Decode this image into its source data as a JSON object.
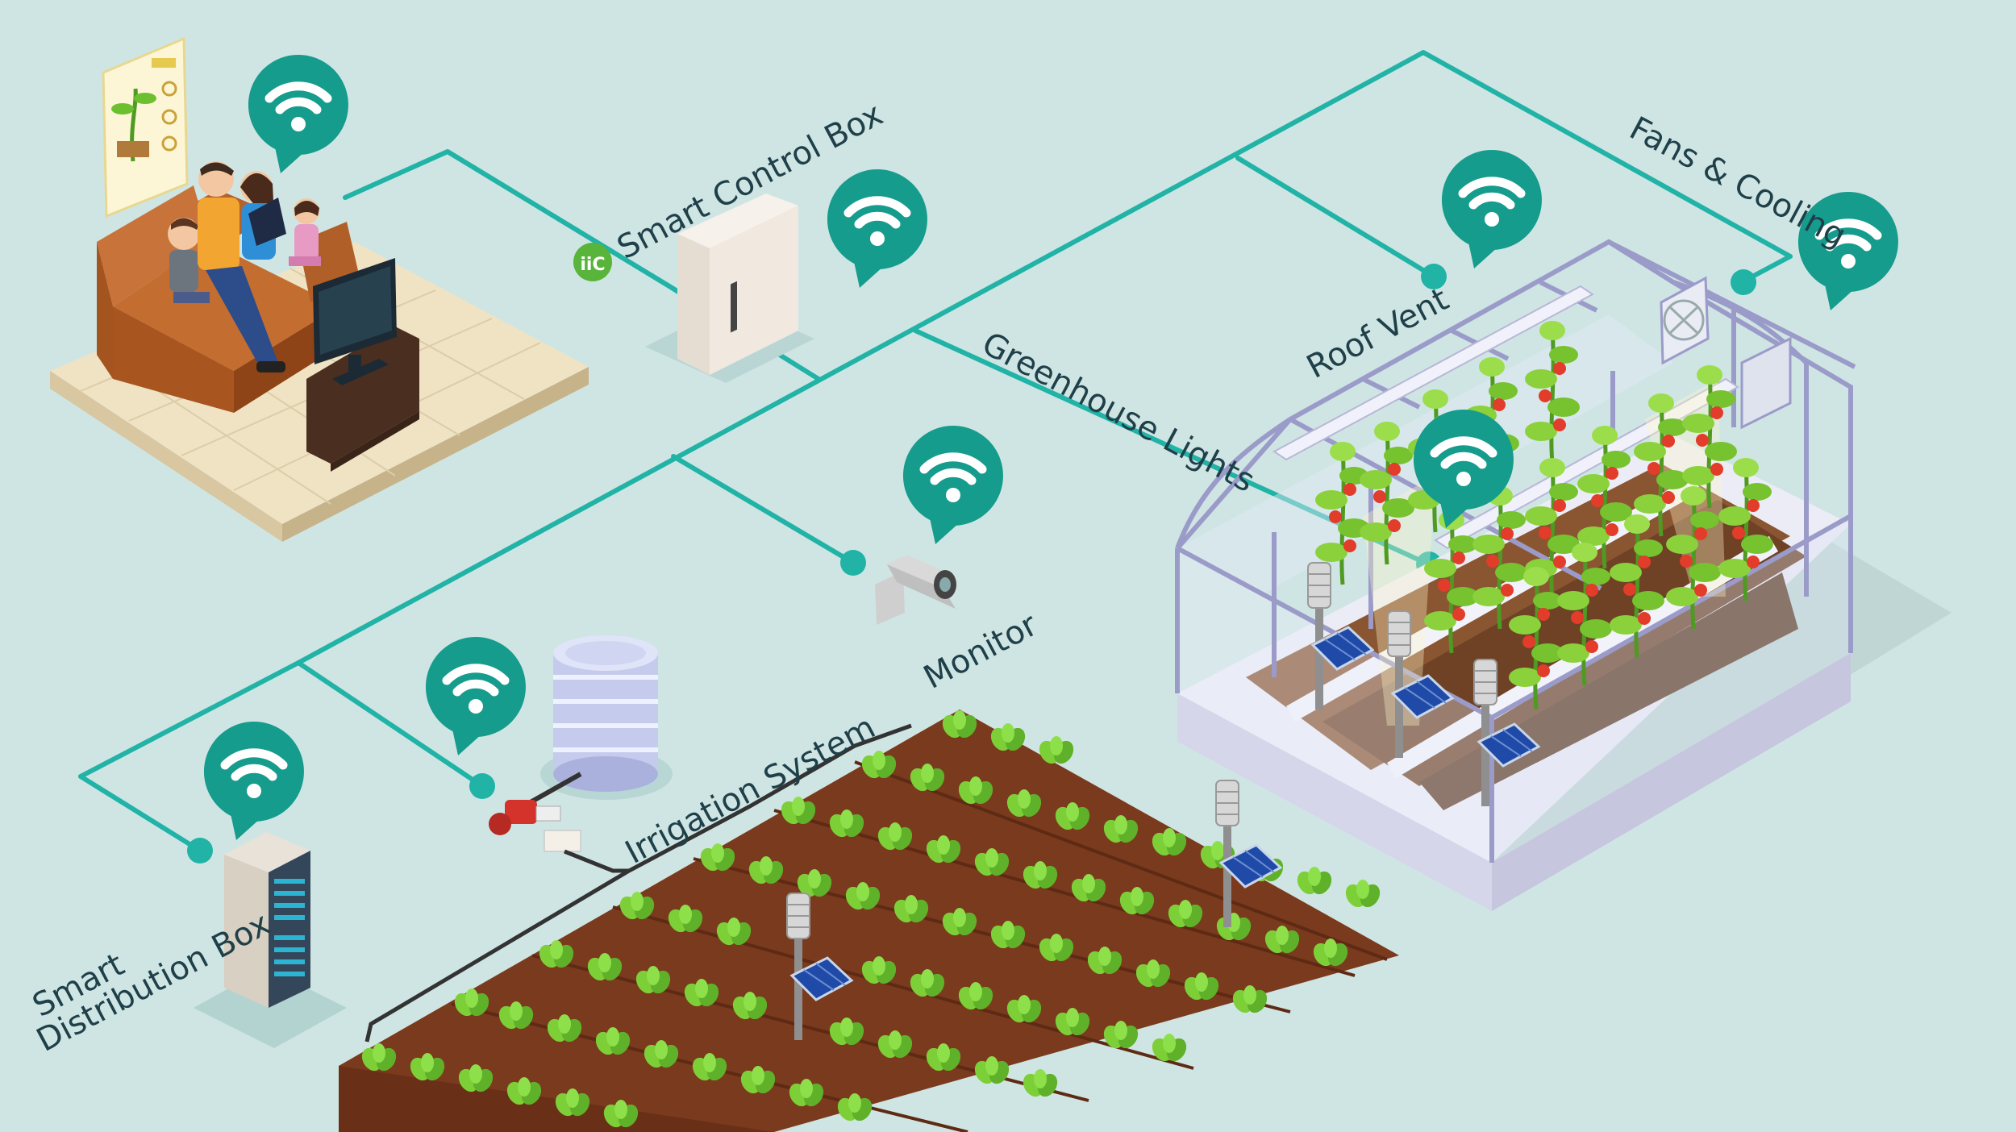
{
  "labels": {
    "smart_control_box": "Smart Control Box",
    "fans_cooling": "Fans & Cooling",
    "roof_vent": "Roof Vent",
    "greenhouse_lights": "Greenhouse Lights",
    "monitor": "Monitor",
    "irrigation_system": "Irrigation System",
    "smart_distribution_box_line1": "Smart",
    "smart_distribution_box_line2": "Distribution Box"
  },
  "logo": {
    "text": "iiC"
  },
  "colors": {
    "background": "#cfe5e4",
    "network_line": "#20b3a6",
    "wifi_badge": "#159c8c",
    "soil": "#7a3a1d",
    "crop": "#6cbf2f",
    "tomato": "#e23c2a",
    "greenhouse_frame": "#9b9bc9"
  },
  "icons": [
    "wifi-icon",
    "family-living-room",
    "smart-control-box",
    "network-camera",
    "water-tank",
    "valve",
    "server-rack",
    "solar-sensor",
    "greenhouse",
    "field"
  ]
}
